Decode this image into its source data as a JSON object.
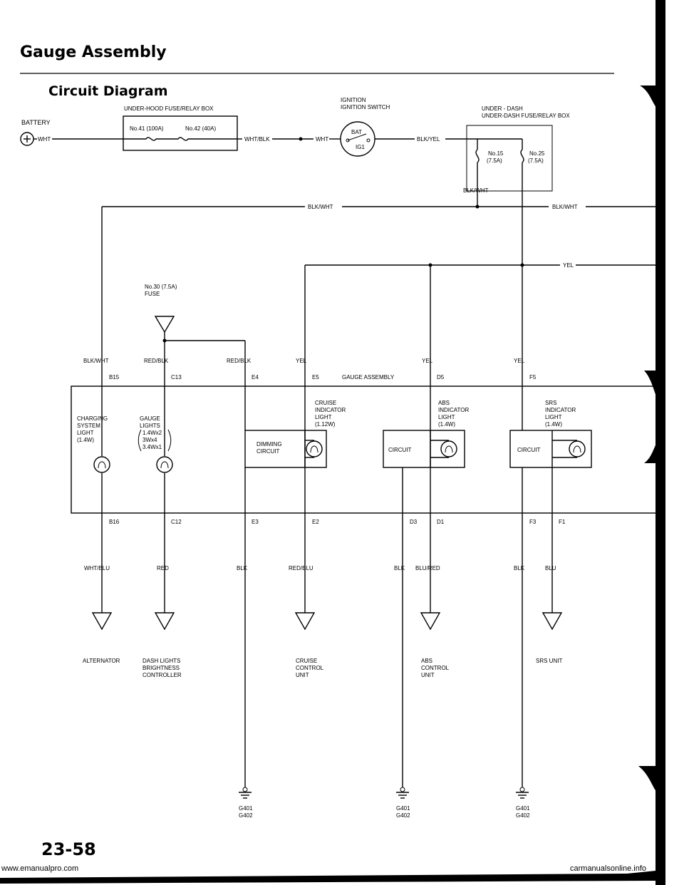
{
  "page": {
    "title": "Gauge Assembly",
    "subtitle": "Circuit Diagram",
    "page_number": "23-58",
    "footer_url": "www.emanualpro.com",
    "watermark": "carmanualsonline.info"
  },
  "top": {
    "battery": "BATTERY",
    "underhood_box": "UNDER-HOOD FUSE/RELAY BOX",
    "fuse41": "No.41 (100A)",
    "fuse42": "No.42 (40A)",
    "wht1": "WHT",
    "wht_blk": "WHT/BLK",
    "wht2": "WHT",
    "ignition_switch": "IGNITION SWITCH",
    "bat": "BAT",
    "ig1": "IG1",
    "blk_yel": "BLK/YEL",
    "underdash_box": "UNDER-DASH FUSE/RELAY BOX",
    "fuse15_a": "No.15",
    "fuse15_b": "(7.5A)",
    "fuse25_a": "No.25",
    "fuse25_b": "(7.5A)",
    "blk_wht_a": "BLK/WHT",
    "blk_wht_b": "BLK/WHT",
    "blk_wht_c": "BLK/WHT",
    "yel_right": "YEL"
  },
  "mid": {
    "fuse30_a": "No.30 (7.5A)",
    "fuse30_b": "FUSE",
    "blk_wht": "BLK/WHT",
    "red_blk1": "RED/BLK",
    "red_blk2": "RED/BLK",
    "yel1": "YEL",
    "yel2": "YEL",
    "yel3": "YEL",
    "b15": "B15",
    "c13": "C13",
    "e4": "E4",
    "e5": "E5",
    "gauge_assembly": "GAUGE ASSEMBLY",
    "d5": "D5",
    "f5": "F5"
  },
  "gauge": {
    "charging_1": "CHARGING",
    "charging_2": "SYSTEM",
    "charging_3": "LIGHT",
    "charging_4": "(1.4W)",
    "gauge_1": "GAUGE",
    "gauge_2": "LIGHTS",
    "gauge_3": "1.4Wx2",
    "gauge_4": "3Wx4",
    "gauge_5": "3.4Wx1",
    "dimming_1": "DIMMING",
    "dimming_2": "CIRCUIT",
    "cruise_1": "CRUISE",
    "cruise_2": "INDICATOR",
    "cruise_3": "LIGHT",
    "cruise_4": "(1.12W)",
    "abs_1": "ABS",
    "abs_2": "INDICATOR",
    "abs_3": "LIGHT",
    "abs_4": "(1.4W)",
    "circuit1": "CIRCUIT",
    "srs_1": "SRS",
    "srs_2": "INDICATOR",
    "srs_3": "LIGHT",
    "srs_4": "(1.4W)",
    "circuit2": "CIRCUIT"
  },
  "bottom": {
    "b16": "B16",
    "c12": "C12",
    "e3": "E3",
    "e2": "E2",
    "d3": "D3",
    "d1": "D1",
    "f3": "F3",
    "f1": "F1",
    "wht_blu": "WHT/BLU",
    "red": "RED",
    "blk1": "BLK",
    "red_blu": "RED/BLU",
    "blk2": "BLK",
    "blu_red": "BLU/RED",
    "blk3": "BLK",
    "blu": "BLU",
    "alternator": "ALTERNATOR",
    "dash_1": "DASH LIGHTS",
    "dash_2": "BRIGHTNESS",
    "dash_3": "CONTROLLER",
    "cruise_1": "CRUISE",
    "cruise_2": "CONTROL",
    "cruise_3": "UNIT",
    "abs_1": "ABS",
    "abs_2": "CONTROL",
    "abs_3": "UNIT",
    "srs_unit": "SRS UNIT",
    "g1a": "G401",
    "g1b": "G402",
    "g2a": "G401",
    "g2b": "G402",
    "g3a": "G401",
    "g3b": "G402"
  }
}
